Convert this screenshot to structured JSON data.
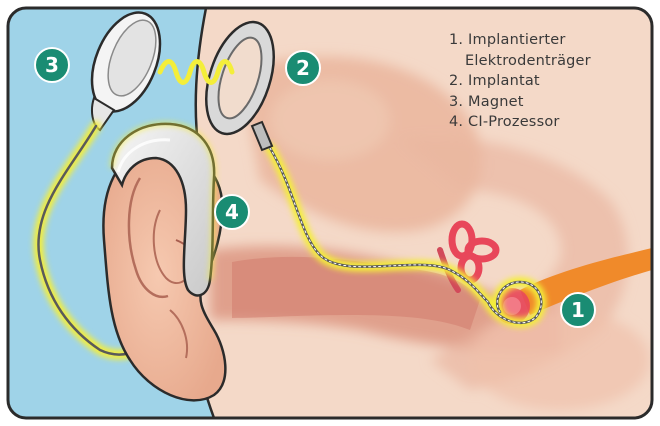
{
  "legend": {
    "item1_line1": "1. Implantierter",
    "item1_line2": "Elektrodenträger",
    "item2": "2. Implantat",
    "item3": "3. Magnet",
    "item4": "4. CI-Prozessor"
  },
  "badges": {
    "b1": "1",
    "b2": "2",
    "b3": "3",
    "b4": "4"
  },
  "colors": {
    "badge_green": "#1a8c73",
    "glow": "#f4ee3a",
    "sky": "#9fd3e8",
    "skin": "#f2c2a6",
    "frame": "#2b2b2b",
    "cochlea": "#e8475a",
    "nerve": "#f08a2a"
  }
}
